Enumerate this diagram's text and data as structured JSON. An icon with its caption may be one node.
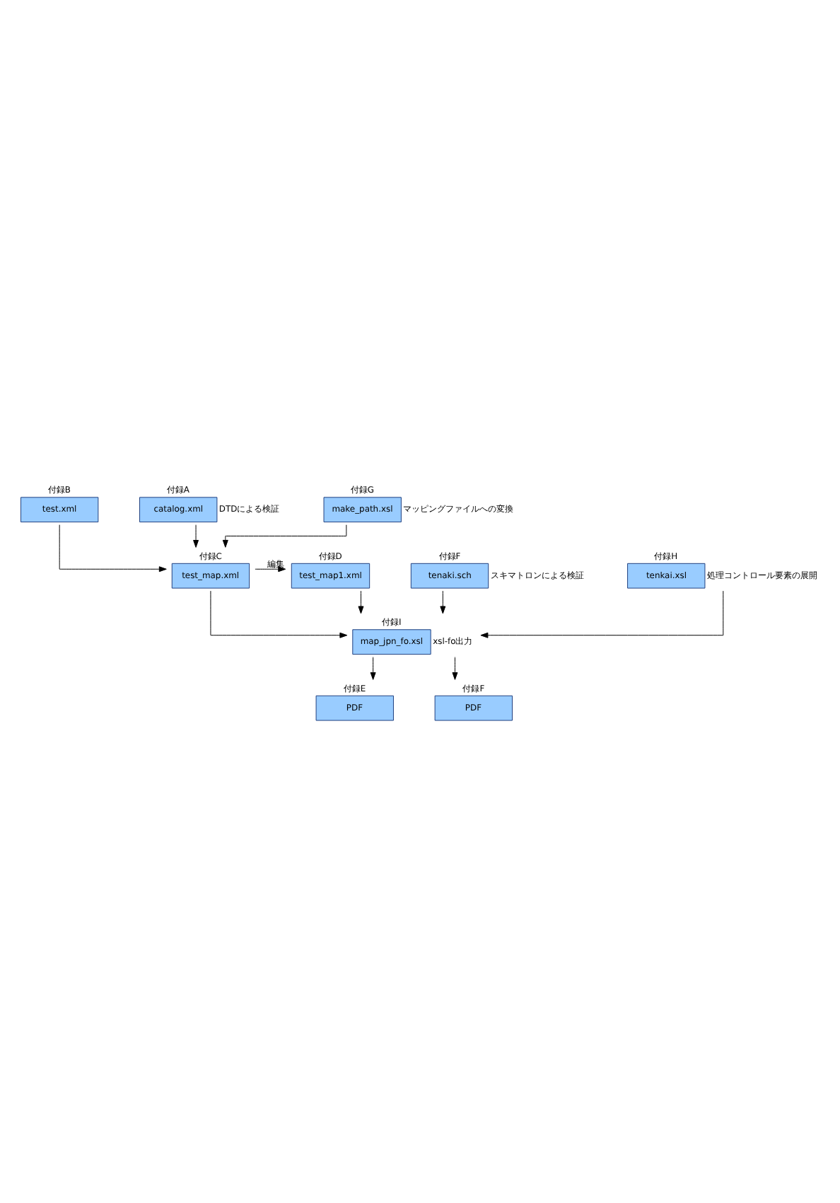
{
  "diagram": {
    "nodes": [
      {
        "text": [
          "付録B",
          "test.xml"
        ]
      },
      {
        "text": [
          "付録A",
          "catalog.xml"
        ],
        "beside": [
          "DTDによる検証"
        ]
      },
      {
        "text": [
          "付録G",
          "make_path.xsl"
        ],
        "beside": [
          "マッピングファイルへの変換"
        ]
      },
      {
        "text": [
          "付録C",
          "test_map.xml"
        ]
      },
      {
        "text": [
          "付録D",
          "test_map1.xml"
        ]
      },
      {
        "text": [
          "付録F",
          "tenaki.sch"
        ],
        "beside": [
          "スキマトロンによる検証"
        ]
      },
      {
        "text": [
          "付録H",
          "tenkai.xsl"
        ],
        "beside": [
          "処理コントロール要素の展開"
        ]
      },
      {
        "text": [
          "付録I",
          "map_jpn_fo.xsl"
        ],
        "beside": [
          "xsl-fo出力"
        ]
      },
      {
        "text": [
          "付録E",
          "PDF"
        ]
      },
      {
        "text": [
          "付録F",
          "PDF"
        ]
      }
    ],
    "edges": [
      {
        "from": 0,
        "to": 3,
        "arrow": "to"
      },
      {
        "from": 1,
        "to": 3,
        "arrow": "to"
      },
      {
        "from": 2,
        "to": 3,
        "arrow": "to"
      },
      {
        "from": 3,
        "to": 4,
        "arrow": "to",
        "label": "編集"
      },
      {
        "from": 3,
        "to": 7,
        "arrow": "to"
      },
      {
        "from": 4,
        "to": 7,
        "arrow": "to"
      },
      {
        "from": 5,
        "to": 7,
        "arrow": "to"
      },
      {
        "from": 6,
        "to": 7,
        "arrow": "to"
      },
      {
        "from": 7,
        "to": 8,
        "arrow": "to"
      },
      {
        "from": 7,
        "to": 9,
        "arrow": "to"
      }
    ]
  }
}
